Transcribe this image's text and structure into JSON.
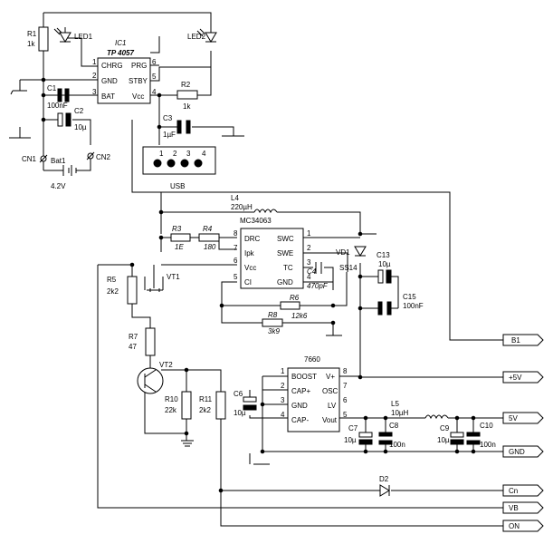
{
  "ic1": {
    "ref": "IC1",
    "part": "TP 4057",
    "pins": {
      "chrg": "CHRG",
      "prg": "PRG",
      "gnd": "GND",
      "stby": "STBY",
      "bat": "BAT",
      "vcc": "Vcc"
    },
    "pin_numbers": {
      "p1": "1",
      "p2": "2",
      "p3": "3",
      "p4": "4",
      "p5": "5",
      "p6": "6"
    }
  },
  "ic2": {
    "part": "MC34063",
    "pins": {
      "drc": "DRC",
      "ipk": "Ipk",
      "vcc": "Vcc",
      "ci": "CI",
      "swc": "SWC",
      "swe": "SWE",
      "tc": "TC",
      "gnd": "GND"
    },
    "pin_numbers": {
      "p1": "1",
      "p2": "2",
      "p3": "3",
      "p4": "4",
      "p5": "5",
      "p6": "6",
      "p7": "7",
      "p8": "8"
    }
  },
  "ic3": {
    "part": "7660",
    "pins": {
      "boost": "BOOST",
      "cap_plus": "CAP+",
      "gnd": "GND",
      "cap_minus": "CAP-",
      "v_plus": "V+",
      "osc": "OSC",
      "lv": "LV",
      "vout": "Vout"
    },
    "pin_numbers": {
      "p1": "1",
      "p2": "2",
      "p3": "3",
      "p4": "4",
      "p5": "5",
      "p6": "6",
      "p7": "7",
      "p8": "8"
    }
  },
  "components": {
    "r1": {
      "ref": "R1",
      "value": "1k"
    },
    "r2": {
      "ref": "R2",
      "value": "1k"
    },
    "r3": {
      "ref": "R3",
      "value": "1E"
    },
    "r4": {
      "ref": "R4",
      "value": "180"
    },
    "r5": {
      "ref": "R5",
      "value": "2k2"
    },
    "r6": {
      "ref": "R6",
      "value": "12k6"
    },
    "r7": {
      "ref": "R7",
      "value": "47"
    },
    "r8": {
      "ref": "R8",
      "value": "3k9"
    },
    "r10": {
      "ref": "R10",
      "value": "22k"
    },
    "r11": {
      "ref": "R11",
      "value": "2k2"
    },
    "led1": {
      "ref": "LED1"
    },
    "led2": {
      "ref": "LED2"
    },
    "c1": {
      "ref": "C1",
      "value": "100nF"
    },
    "c2": {
      "ref": "C2",
      "value": "10µ"
    },
    "c3": {
      "ref": "C3",
      "value": "1µF"
    },
    "c4": {
      "ref": "C4",
      "value": "470pF"
    },
    "c6": {
      "ref": "C6",
      "value": "10µ"
    },
    "c7": {
      "ref": "C7",
      "value": "10µ"
    },
    "c8": {
      "ref": "C8",
      "value": "100n"
    },
    "c9": {
      "ref": "C9",
      "value": "10µ"
    },
    "c10": {
      "ref": "C10",
      "value": "100n"
    },
    "c13": {
      "ref": "C13",
      "value": "10µ"
    },
    "c15": {
      "ref": "C15",
      "value": "100nF"
    },
    "l4": {
      "ref": "L4",
      "value": "220µH"
    },
    "l5": {
      "ref": "L5",
      "value": "10µH"
    },
    "vd1": {
      "ref": "VD1",
      "value": "SS14"
    },
    "d2": {
      "ref": "D2"
    },
    "vt1": {
      "ref": "VT1"
    },
    "vt2": {
      "ref": "VT2"
    },
    "cn1": {
      "ref": "CN1"
    },
    "cn2": {
      "ref": "CN2"
    },
    "bat1": {
      "ref": "Bat1",
      "value": "4.2V"
    }
  },
  "usb": {
    "label": "USB",
    "pins": [
      "1",
      "2",
      "3",
      "4"
    ]
  },
  "nets": {
    "b1": "B1",
    "p5v": "+5V",
    "n5v": "5V",
    "gnd": "GND",
    "cn": "Cn",
    "vb": "VB",
    "on": "ON"
  }
}
